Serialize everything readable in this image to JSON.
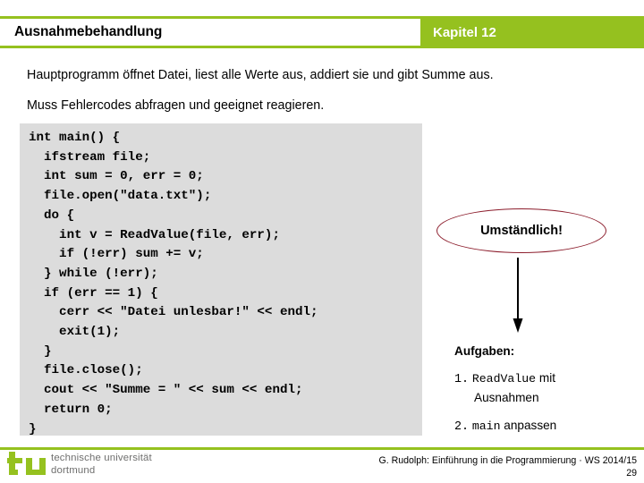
{
  "header": {
    "title": "Ausnahmebehandlung",
    "chapter": "Kapitel 12",
    "bar_color": "#95c11f",
    "title_color": "#000000",
    "chapter_color": "#ffffff"
  },
  "intro": {
    "line1": "Hauptprogramm öffnet Datei, liest alle Werte aus, addiert sie und gibt Summe aus.",
    "line2": "Muss Fehlercodes abfragen und geeignet reagieren."
  },
  "code": {
    "background": "#dcdcdc",
    "lines": [
      "int main() {",
      "  ifstream file;",
      "  int sum = 0, err = 0;",
      "  file.open(\"data.txt\");",
      "  do {",
      "    int v = ReadValue(file, err);",
      "    if (!err) sum += v;",
      "  } while (!err);",
      "  if (err == 1) {",
      "    cerr << \"Datei unlesbar!\" << endl;",
      "    exit(1);",
      "  }",
      "  file.close();",
      "  cout << \"Summe = \" << sum << endl;",
      "  return 0;",
      "}"
    ]
  },
  "callout": {
    "text": "Umständlich!",
    "border_color": "#8c1d2c"
  },
  "arrow": {
    "color": "#000000",
    "direction": "down"
  },
  "tasks": {
    "heading": "Aufgaben:",
    "items": [
      {
        "number": "1.",
        "code": "ReadValue",
        "text": " mit",
        "continuation": "Ausnahmen"
      },
      {
        "number": "2.",
        "code": "main",
        "text": " anpassen",
        "continuation": ""
      }
    ]
  },
  "footer": {
    "logo_mark": "tu",
    "logo_line1": "technische universität",
    "logo_line2": "dortmund",
    "logo_color": "#95c11f",
    "credit": "G. Rudolph: Einführung in die Programmierung · WS 2014/15",
    "page_number": "29",
    "rule_color": "#95c11f"
  }
}
